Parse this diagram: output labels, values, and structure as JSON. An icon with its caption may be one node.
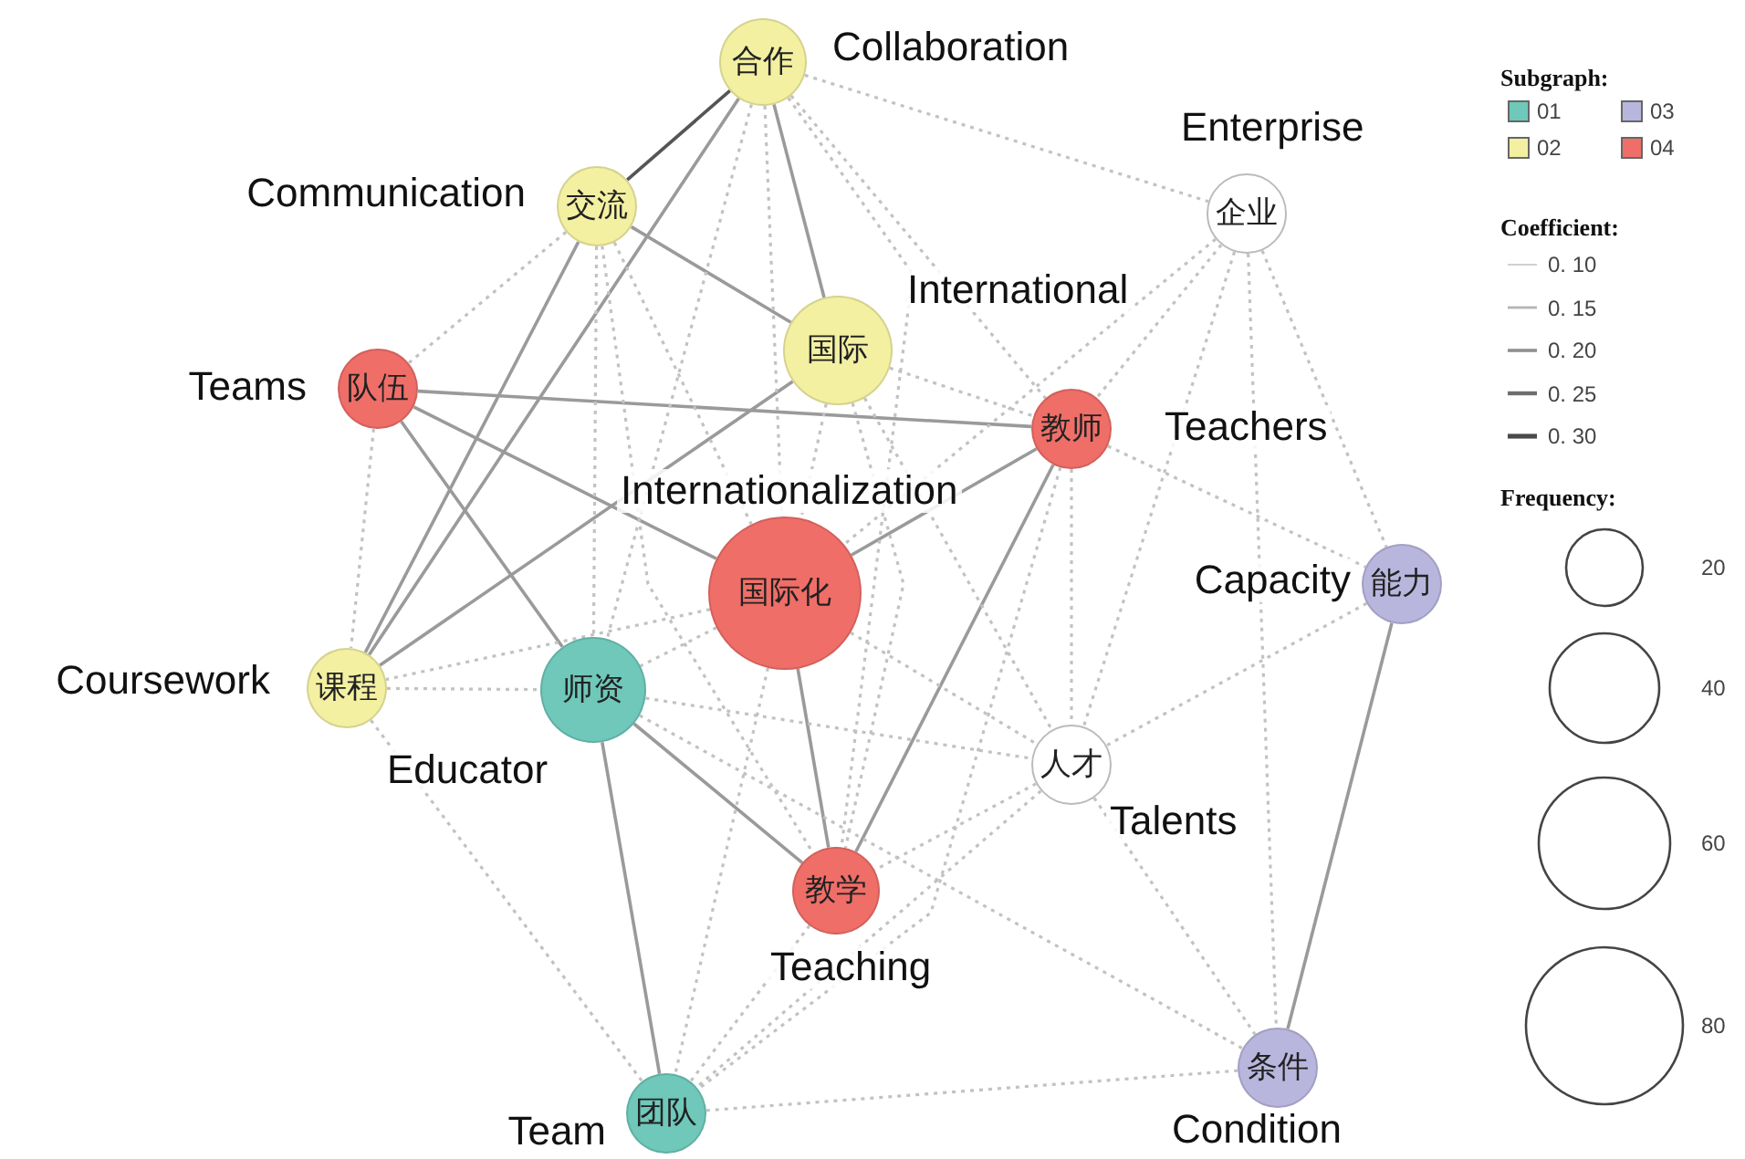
{
  "diagram": {
    "nodes": [
      {
        "text": [
          "合作"
        ],
        "beside": [
          "Collaboration"
        ]
      },
      {
        "text": [
          "交流"
        ],
        "beside": [
          "Communication"
        ]
      },
      {
        "text": [
          "企业"
        ],
        "beside": [
          "Enterprise"
        ]
      },
      {
        "text": [
          "国际"
        ],
        "beside": [
          "International"
        ]
      },
      {
        "text": [
          "队伍"
        ],
        "beside": [
          "Teams"
        ]
      },
      {
        "text": [
          "教师"
        ],
        "beside": [
          "Teachers"
        ]
      },
      {
        "text": [
          "国际化"
        ],
        "beside": [
          "Internationalization"
        ]
      },
      {
        "text": [
          "能力"
        ],
        "beside": [
          "Capacity"
        ]
      },
      {
        "text": [
          "课程"
        ],
        "beside": [
          "Coursework"
        ]
      },
      {
        "text": [
          "师资"
        ],
        "beside": [
          "Educator"
        ]
      },
      {
        "text": [
          "人才"
        ],
        "beside": [
          "Talents"
        ]
      },
      {
        "text": [
          "教学"
        ],
        "beside": [
          "Teaching"
        ]
      },
      {
        "text": [
          "条件"
        ],
        "beside": [
          "Condition"
        ]
      },
      {
        "text": [
          "团队"
        ],
        "beside": [
          "Team"
        ]
      }
    ],
    "edges": [
      {
        "from": 0,
        "to": 1,
        "arrow": "none",
        "color": "#555555"
      },
      {
        "from": 0,
        "to": 3,
        "arrow": "none"
      },
      {
        "from": 0,
        "to": 8,
        "arrow": "none"
      },
      {
        "from": 1,
        "to": 3,
        "arrow": "none"
      },
      {
        "from": 1,
        "to": 8,
        "arrow": "none"
      },
      {
        "from": 3,
        "to": 8,
        "arrow": "none"
      },
      {
        "from": 4,
        "to": 5,
        "arrow": "none"
      },
      {
        "from": 4,
        "to": 6,
        "arrow": "none"
      },
      {
        "from": 4,
        "to": 9,
        "arrow": "none"
      },
      {
        "from": 9,
        "to": 11,
        "arrow": "none"
      },
      {
        "from": 5,
        "to": 6,
        "arrow": "none"
      },
      {
        "from": 5,
        "to": 11,
        "arrow": "none"
      },
      {
        "from": 6,
        "to": 11,
        "arrow": "none"
      },
      {
        "from": 9,
        "to": 13,
        "arrow": "none"
      },
      {
        "from": 7,
        "to": 12,
        "arrow": "none"
      },
      {
        "from": 0,
        "to": 2,
        "arrow": "none",
        "style": "dashed"
      },
      {
        "from": 0,
        "to": 5,
        "arrow": "none",
        "style": "dashed"
      },
      {
        "from": 0,
        "to": 6,
        "arrow": "none",
        "style": "dashed"
      },
      {
        "from": 0,
        "to": 9,
        "arrow": "none",
        "style": "dashed"
      },
      {
        "from": 0,
        "to": 11,
        "arrow": "none",
        "style": "dashed"
      },
      {
        "from": 1,
        "to": 4,
        "arrow": "none",
        "style": "dashed"
      },
      {
        "from": 1,
        "to": 6,
        "arrow": "none",
        "style": "dashed"
      },
      {
        "from": 1,
        "to": 9,
        "arrow": "none",
        "style": "dashed"
      },
      {
        "from": 1,
        "to": 11,
        "arrow": "none",
        "style": "dashed"
      },
      {
        "from": 2,
        "to": 5,
        "arrow": "none",
        "style": "dashed"
      },
      {
        "from": 2,
        "to": 6,
        "arrow": "none",
        "style": "dashed"
      },
      {
        "from": 2,
        "to": 7,
        "arrow": "none",
        "style": "dashed"
      },
      {
        "from": 2,
        "to": 10,
        "arrow": "none",
        "style": "dashed"
      },
      {
        "from": 2,
        "to": 12,
        "arrow": "none",
        "style": "dashed"
      },
      {
        "from": 3,
        "to": 5,
        "arrow": "none",
        "style": "dashed"
      },
      {
        "from": 3,
        "to": 6,
        "arrow": "none",
        "style": "dashed"
      },
      {
        "from": 3,
        "to": 10,
        "arrow": "none",
        "style": "dashed"
      },
      {
        "from": 3,
        "to": 11,
        "arrow": "none",
        "style": "dashed"
      },
      {
        "from": 4,
        "to": 8,
        "arrow": "none",
        "style": "dashed"
      },
      {
        "from": 5,
        "to": 7,
        "arrow": "none",
        "style": "dashed"
      },
      {
        "from": 5,
        "to": 10,
        "arrow": "none",
        "style": "dashed"
      },
      {
        "from": 5,
        "to": 13,
        "arrow": "none",
        "style": "dashed"
      },
      {
        "from": 6,
        "to": 8,
        "arrow": "none",
        "style": "dashed"
      },
      {
        "from": 6,
        "to": 9,
        "arrow": "none",
        "style": "dashed"
      },
      {
        "from": 6,
        "to": 10,
        "arrow": "none",
        "style": "dashed"
      },
      {
        "from": 6,
        "to": 13,
        "arrow": "none",
        "style": "dashed"
      },
      {
        "from": 7,
        "to": 10,
        "arrow": "none",
        "style": "dashed"
      },
      {
        "from": 8,
        "to": 9,
        "arrow": "none",
        "style": "dashed"
      },
      {
        "from": 8,
        "to": 13,
        "arrow": "none",
        "style": "dashed"
      },
      {
        "from": 9,
        "to": 10,
        "arrow": "none",
        "style": "dashed"
      },
      {
        "from": 9,
        "to": 12,
        "arrow": "none",
        "style": "dashed"
      },
      {
        "from": 10,
        "to": 11,
        "arrow": "none",
        "style": "dashed"
      },
      {
        "from": 10,
        "to": 12,
        "arrow": "none",
        "style": "dashed"
      },
      {
        "from": 10,
        "to": 13,
        "arrow": "none",
        "style": "dashed"
      },
      {
        "from": 11,
        "to": 13,
        "arrow": "none",
        "style": "dashed"
      },
      {
        "from": 12,
        "to": 13,
        "arrow": "none",
        "style": "dashed"
      }
    ],
    "labels": [
      "Subgraph:",
      "Coefficient:",
      "Frequency:"
    ],
    "legend": [
      {
        "text": "01",
        "color": "#6fc8ba"
      },
      {
        "text": "03",
        "color": "#b9b6de"
      },
      {
        "text": "02",
        "color": "#f3f0a2"
      },
      {
        "text": "04",
        "color": "#f06e68"
      },
      {
        "text": "0. 10"
      },
      {
        "text": "0. 15"
      },
      {
        "text": "0. 20"
      },
      {
        "text": "0. 25"
      },
      {
        "text": "0. 30"
      },
      {
        "text": "20"
      },
      {
        "text": "40"
      },
      {
        "text": "60"
      },
      {
        "text": "80"
      }
    ]
  }
}
